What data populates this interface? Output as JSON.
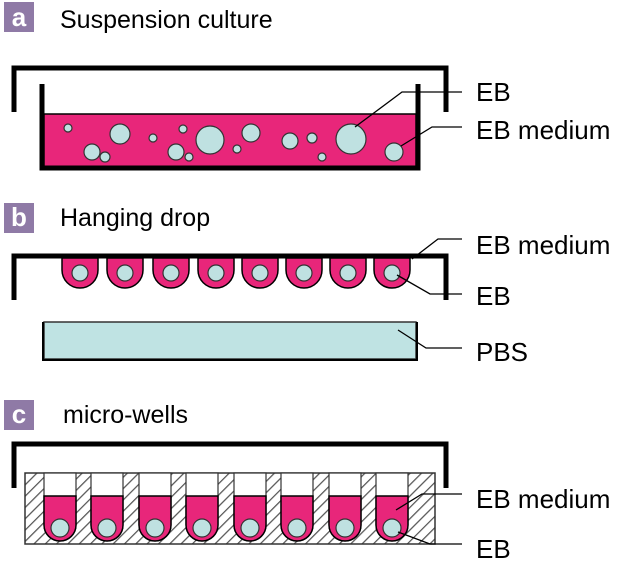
{
  "panels": [
    {
      "badge": "a",
      "title": "Suspension culture",
      "labels": [
        "EB",
        "EB medium"
      ]
    },
    {
      "badge": "b",
      "title": "Hanging drop",
      "labels": [
        "EB medium",
        "EB",
        "PBS"
      ]
    },
    {
      "badge": "c",
      "title": "micro-wells",
      "labels": [
        "EB medium",
        "EB"
      ]
    }
  ],
  "colors": {
    "medium": "#e8267a",
    "eb": "#bfe1e1",
    "pbs": "#bfe3e3",
    "badge": "#8f7aa6"
  }
}
